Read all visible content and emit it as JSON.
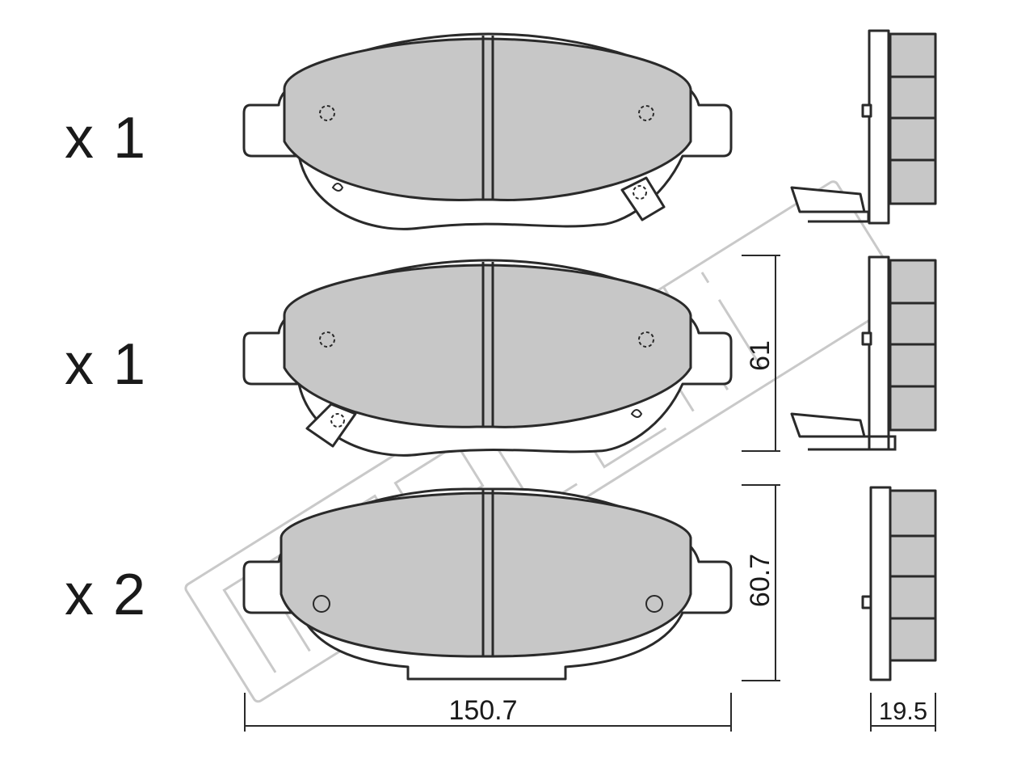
{
  "quantities": [
    "x 1",
    "x 1",
    "x 2"
  ],
  "dimensions": {
    "width": "150.7",
    "height_top": "61",
    "height_bottom": "60.7",
    "thickness": "19.5"
  },
  "watermark": "metelli"
}
